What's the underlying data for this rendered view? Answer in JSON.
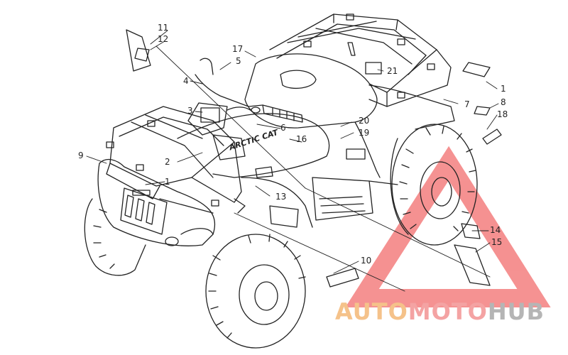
{
  "callouts": {
    "n1": "1",
    "n2": "2",
    "n3": "3",
    "n4": "4",
    "n5": "5",
    "n6": "6",
    "n7": "7",
    "n8": "8",
    "n9": "9",
    "n10": "10",
    "n11": "11",
    "n12": "12",
    "n13": "13",
    "n14": "14",
    "n15": "15",
    "n16": "16",
    "n17": "17",
    "n18": "18",
    "n19": "19",
    "n20": "20",
    "n21": "21"
  },
  "decal_text": "ARCTIC CAT",
  "watermark": {
    "part1": "AUTO",
    "part2": "MOTO",
    "part3": "HUB",
    "colors": {
      "part1": "#f5c28a",
      "part2": "#f4a3a3",
      "part3": "#b5b5b5",
      "triangle": "#f26d6d"
    }
  }
}
